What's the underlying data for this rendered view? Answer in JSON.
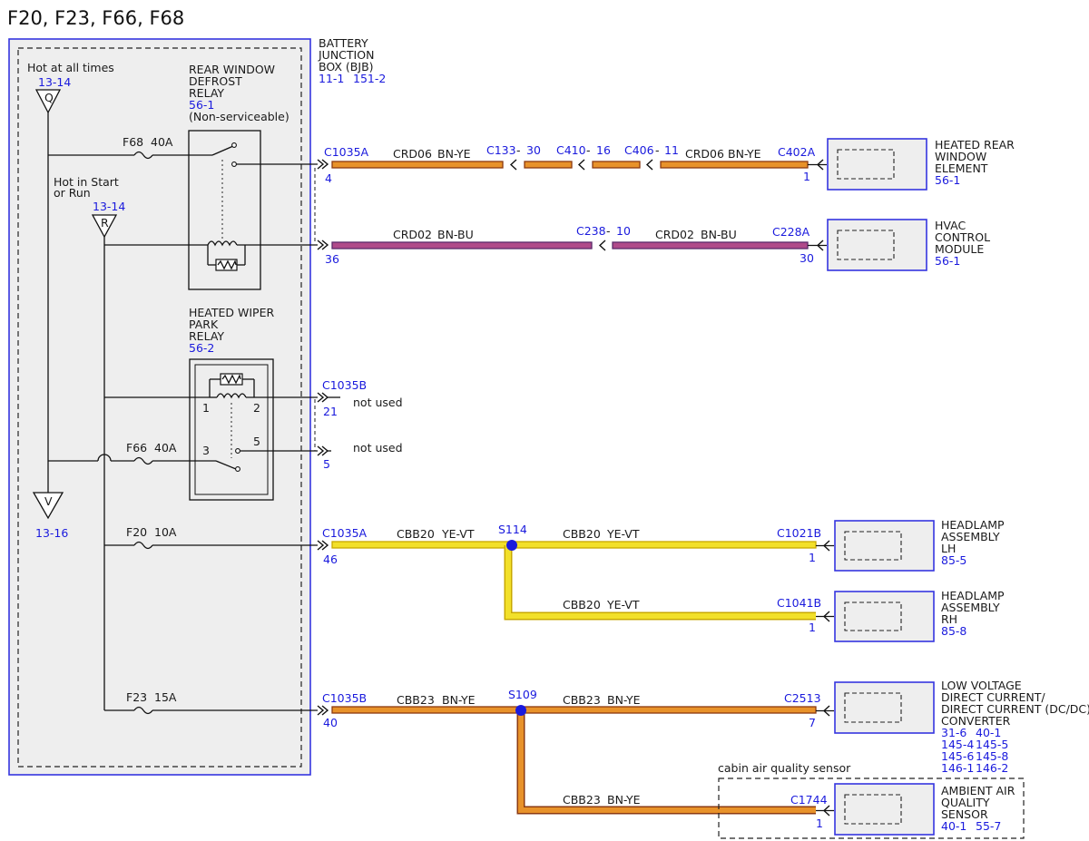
{
  "title": "F20, F23, F66, F68",
  "bjb": {
    "line1": "BATTERY",
    "line2": "JUNCTION",
    "line3": "BOX (BJB)",
    "ref1": "11-1",
    "ref2": "151-2"
  },
  "hot_always": {
    "label": "Hot at all times",
    "ref": "13-14",
    "letter": "Q"
  },
  "hot_start_run": {
    "line1": "Hot in Start",
    "line2": "or Run",
    "ref": "13-14",
    "letter": "R"
  },
  "v_ref": {
    "letter": "V",
    "ref": "13-16"
  },
  "defrost_relay": {
    "line1": "REAR WINDOW",
    "line2": "DEFROST",
    "line3": "RELAY",
    "ref": "56-1",
    "note": "(Non-serviceable)"
  },
  "wiper_relay": {
    "line1": "HEATED WIPER",
    "line2": "PARK",
    "line3": "RELAY",
    "ref": "56-2",
    "pin1": "1",
    "pin2": "2",
    "pin3": "3",
    "pin5": "5"
  },
  "fuses": {
    "f68": {
      "name": "F68",
      "amp": "40A"
    },
    "f66": {
      "name": "F66",
      "amp": "40A"
    },
    "f20": {
      "name": "F20",
      "amp": "10A"
    },
    "f23": {
      "name": "F23",
      "amp": "15A"
    }
  },
  "circuits": {
    "c1": {
      "conn": "C1035A",
      "pin": "4",
      "wire": "CRD06",
      "color": "BN-YE",
      "inline1": "C133",
      "inline1_pin": "30",
      "inline2": "C410",
      "inline2_pin": "16",
      "inline3": "C406",
      "inline3_pin": "11",
      "wire2": "CRD06",
      "color2": "BN-YE",
      "end_conn": "C402A",
      "end_pin": "1",
      "component": {
        "line1": "HEATED REAR",
        "line2": "WINDOW",
        "line3": "ELEMENT",
        "ref": "56-1"
      }
    },
    "c2": {
      "pin": "36",
      "wire": "CRD02",
      "color": "BN-BU",
      "inline1": "C238",
      "inline1_pin": "10",
      "wire2": "CRD02",
      "color2": "BN-BU",
      "end_conn": "C228A",
      "end_pin": "30",
      "component": {
        "line1": "HVAC",
        "line2": "CONTROL",
        "line3": "MODULE",
        "ref": "56-1"
      }
    },
    "c3": {
      "conn": "C1035B",
      "pin": "21",
      "note": "not used"
    },
    "c4": {
      "pin": "5",
      "note": "not used"
    },
    "c5": {
      "conn": "C1035A",
      "pin": "46",
      "wire": "CBB20",
      "color": "YE-VT",
      "splice": "S114",
      "lh": {
        "wire": "CBB20",
        "color": "YE-VT",
        "end_conn": "C1021B",
        "end_pin": "1",
        "line1": "HEADLAMP",
        "line2": "ASSEMBLY",
        "line3": "LH",
        "ref": "85-5"
      },
      "rh": {
        "wire": "CBB20",
        "color": "YE-VT",
        "end_conn": "C1041B",
        "end_pin": "1",
        "line1": "HEADLAMP",
        "line2": "ASSEMBLY",
        "line3": "RH",
        "ref": "85-8"
      }
    },
    "c6": {
      "conn": "C1035B",
      "pin": "40",
      "wire": "CBB23",
      "color": "BN-YE",
      "splice": "S109",
      "dcdc": {
        "wire": "CBB23",
        "color": "BN-YE",
        "end_conn": "C2513",
        "end_pin": "7",
        "line1": "LOW VOLTAGE",
        "line2": "DIRECT CURRENT/",
        "line3": "DIRECT CURRENT (DC/DC)",
        "line4": "CONVERTER",
        "refs": [
          "31-6",
          "40-1",
          "145-4",
          "145-5",
          "145-6",
          "145-8",
          "146-1",
          "146-2"
        ]
      },
      "aqs": {
        "wire": "CBB23",
        "color": "BN-YE",
        "end_conn": "C1744",
        "end_pin": "1",
        "option": "cabin air quality sensor",
        "line1": "AMBIENT AIR",
        "line2": "QUALITY",
        "line3": "SENSOR",
        "ref1": "40-1",
        "ref2": "55-7"
      }
    }
  },
  "colors": {
    "accent_blue": "#1a1add",
    "box_blue": "#3535e0",
    "wire_brown": "#8b3a10",
    "wire_orange": "#e8922a",
    "wire_yellow": "#f2e02a",
    "wire_purple": "#6b2a7a",
    "wire_dark_purple": "#5a2a6a",
    "box_fill": "#eeeeee"
  }
}
